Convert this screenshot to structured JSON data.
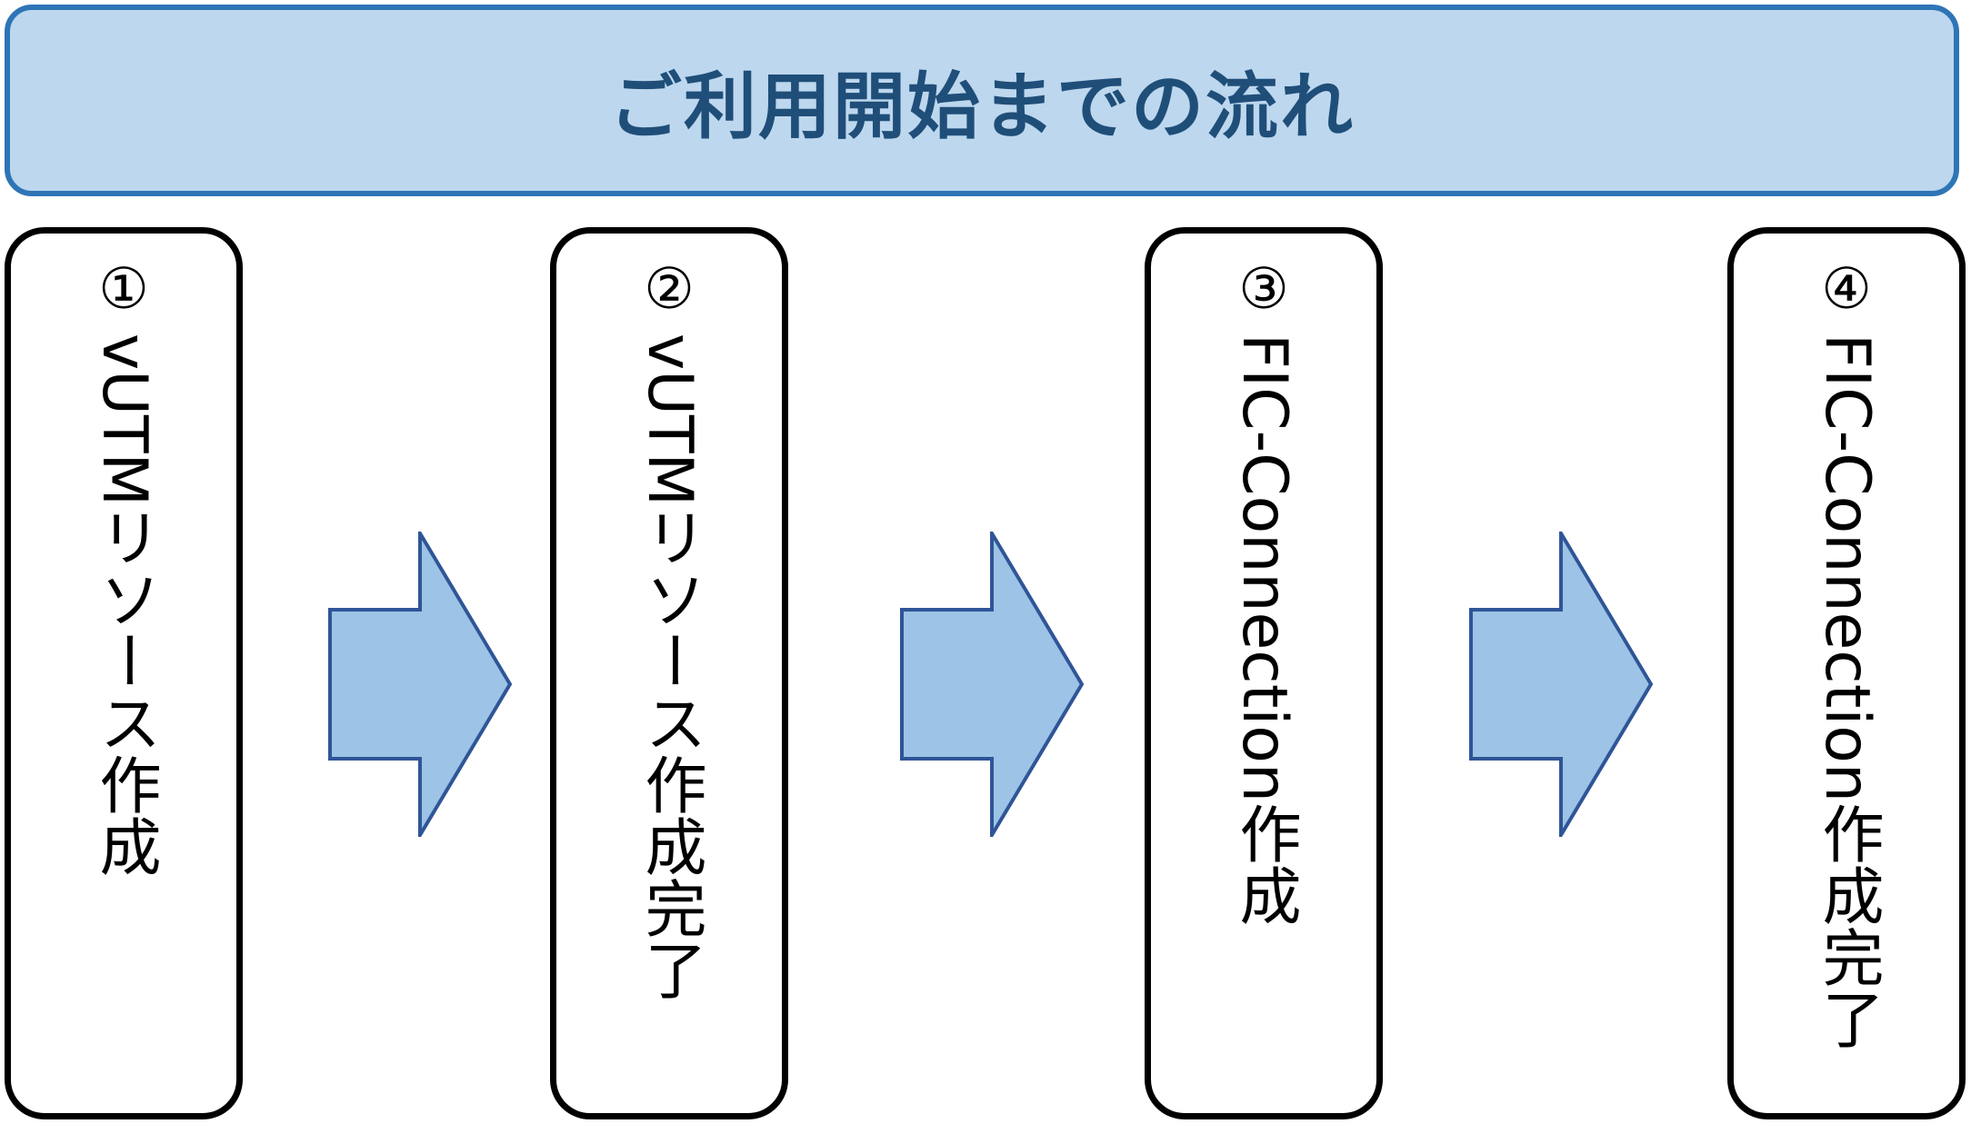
{
  "header": {
    "title": "ご利用開始までの流れ"
  },
  "steps": [
    {
      "number": "①",
      "label": "vUTMリソース作成"
    },
    {
      "number": "②",
      "label": "vUTMリソース作成完了"
    },
    {
      "number": "③",
      "label": "FIC-Connection作成"
    },
    {
      "number": "④",
      "label": "FIC-Connection作成完了"
    }
  ],
  "colors": {
    "header_fill": "#bdd7ee",
    "header_border": "#2e75b6",
    "header_text": "#1f4e79",
    "arrow_fill": "#9dc3e6",
    "arrow_border": "#2f5597",
    "box_border": "#000000"
  }
}
